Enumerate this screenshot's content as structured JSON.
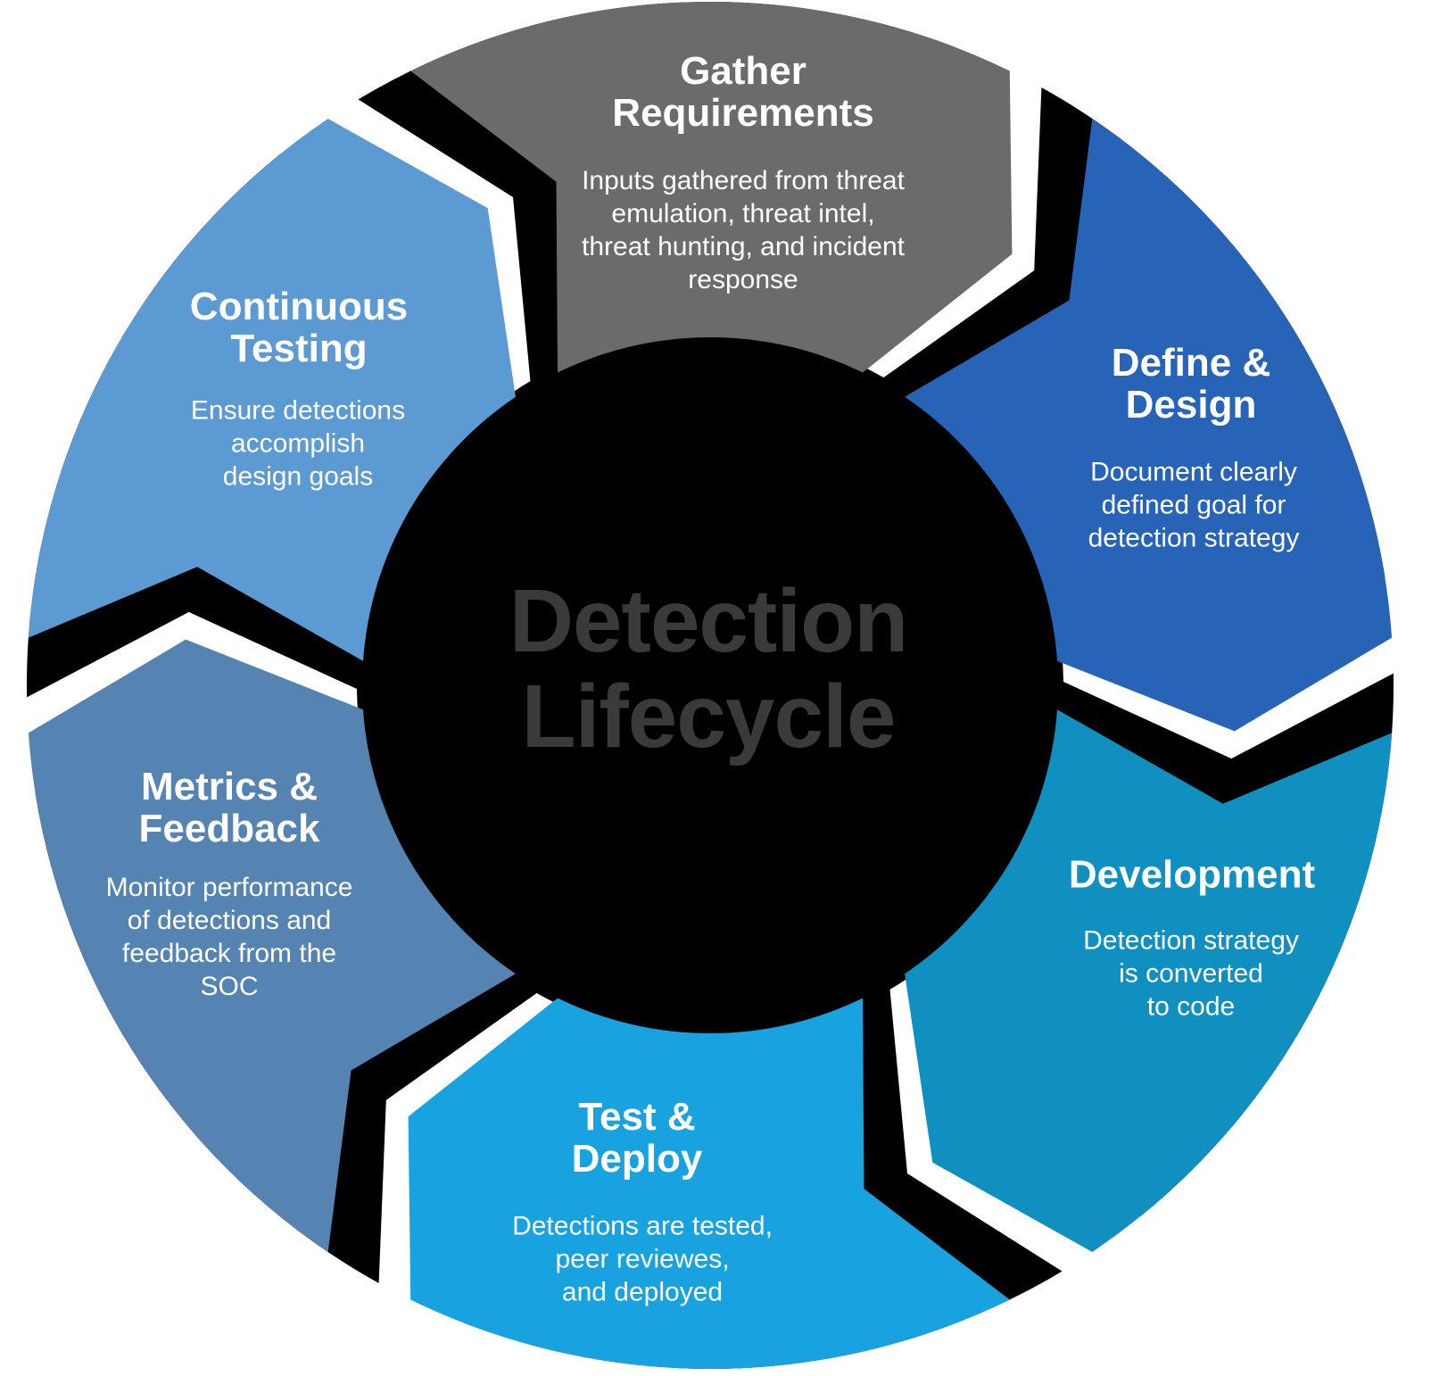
{
  "diagram": {
    "background_color": "#ffffff",
    "shadow_color": "#000000",
    "label_text_color": "#ffffff",
    "center": {
      "title": "Detection\nLifecycle",
      "text_color": "#3a3a3a",
      "bg_color": "#000000"
    },
    "segments": [
      {
        "id": "gather-requirements",
        "title": "Gather\nRequirements",
        "body": "Inputs gathered from threat\nemulation, threat intel,\nthreat hunting, and incident\nresponse",
        "color": "#696b6d"
      },
      {
        "id": "define-design",
        "title": "Define &\nDesign",
        "body": "Document clearly\ndefined goal for\ndetection strategy",
        "color": "#2763b7"
      },
      {
        "id": "development",
        "title": "Development",
        "body": "Detection strategy\nis converted\nto code",
        "color": "#1090c1"
      },
      {
        "id": "test-deploy",
        "title": "Test &\nDeploy",
        "body": "Detections are tested,\npeer reviewes,\nand deployed",
        "color": "#18a2e0"
      },
      {
        "id": "metrics-feedback",
        "title": "Metrics &\nFeedback",
        "body": "Monitor performance\nof detections and\nfeedback from the\nSOC",
        "color": "#5583b2"
      },
      {
        "id": "continuous-testing",
        "title": "Continuous\nTesting",
        "body": "Ensure detections\naccomplish\ndesign goals",
        "color": "#5c9ad4"
      }
    ]
  }
}
